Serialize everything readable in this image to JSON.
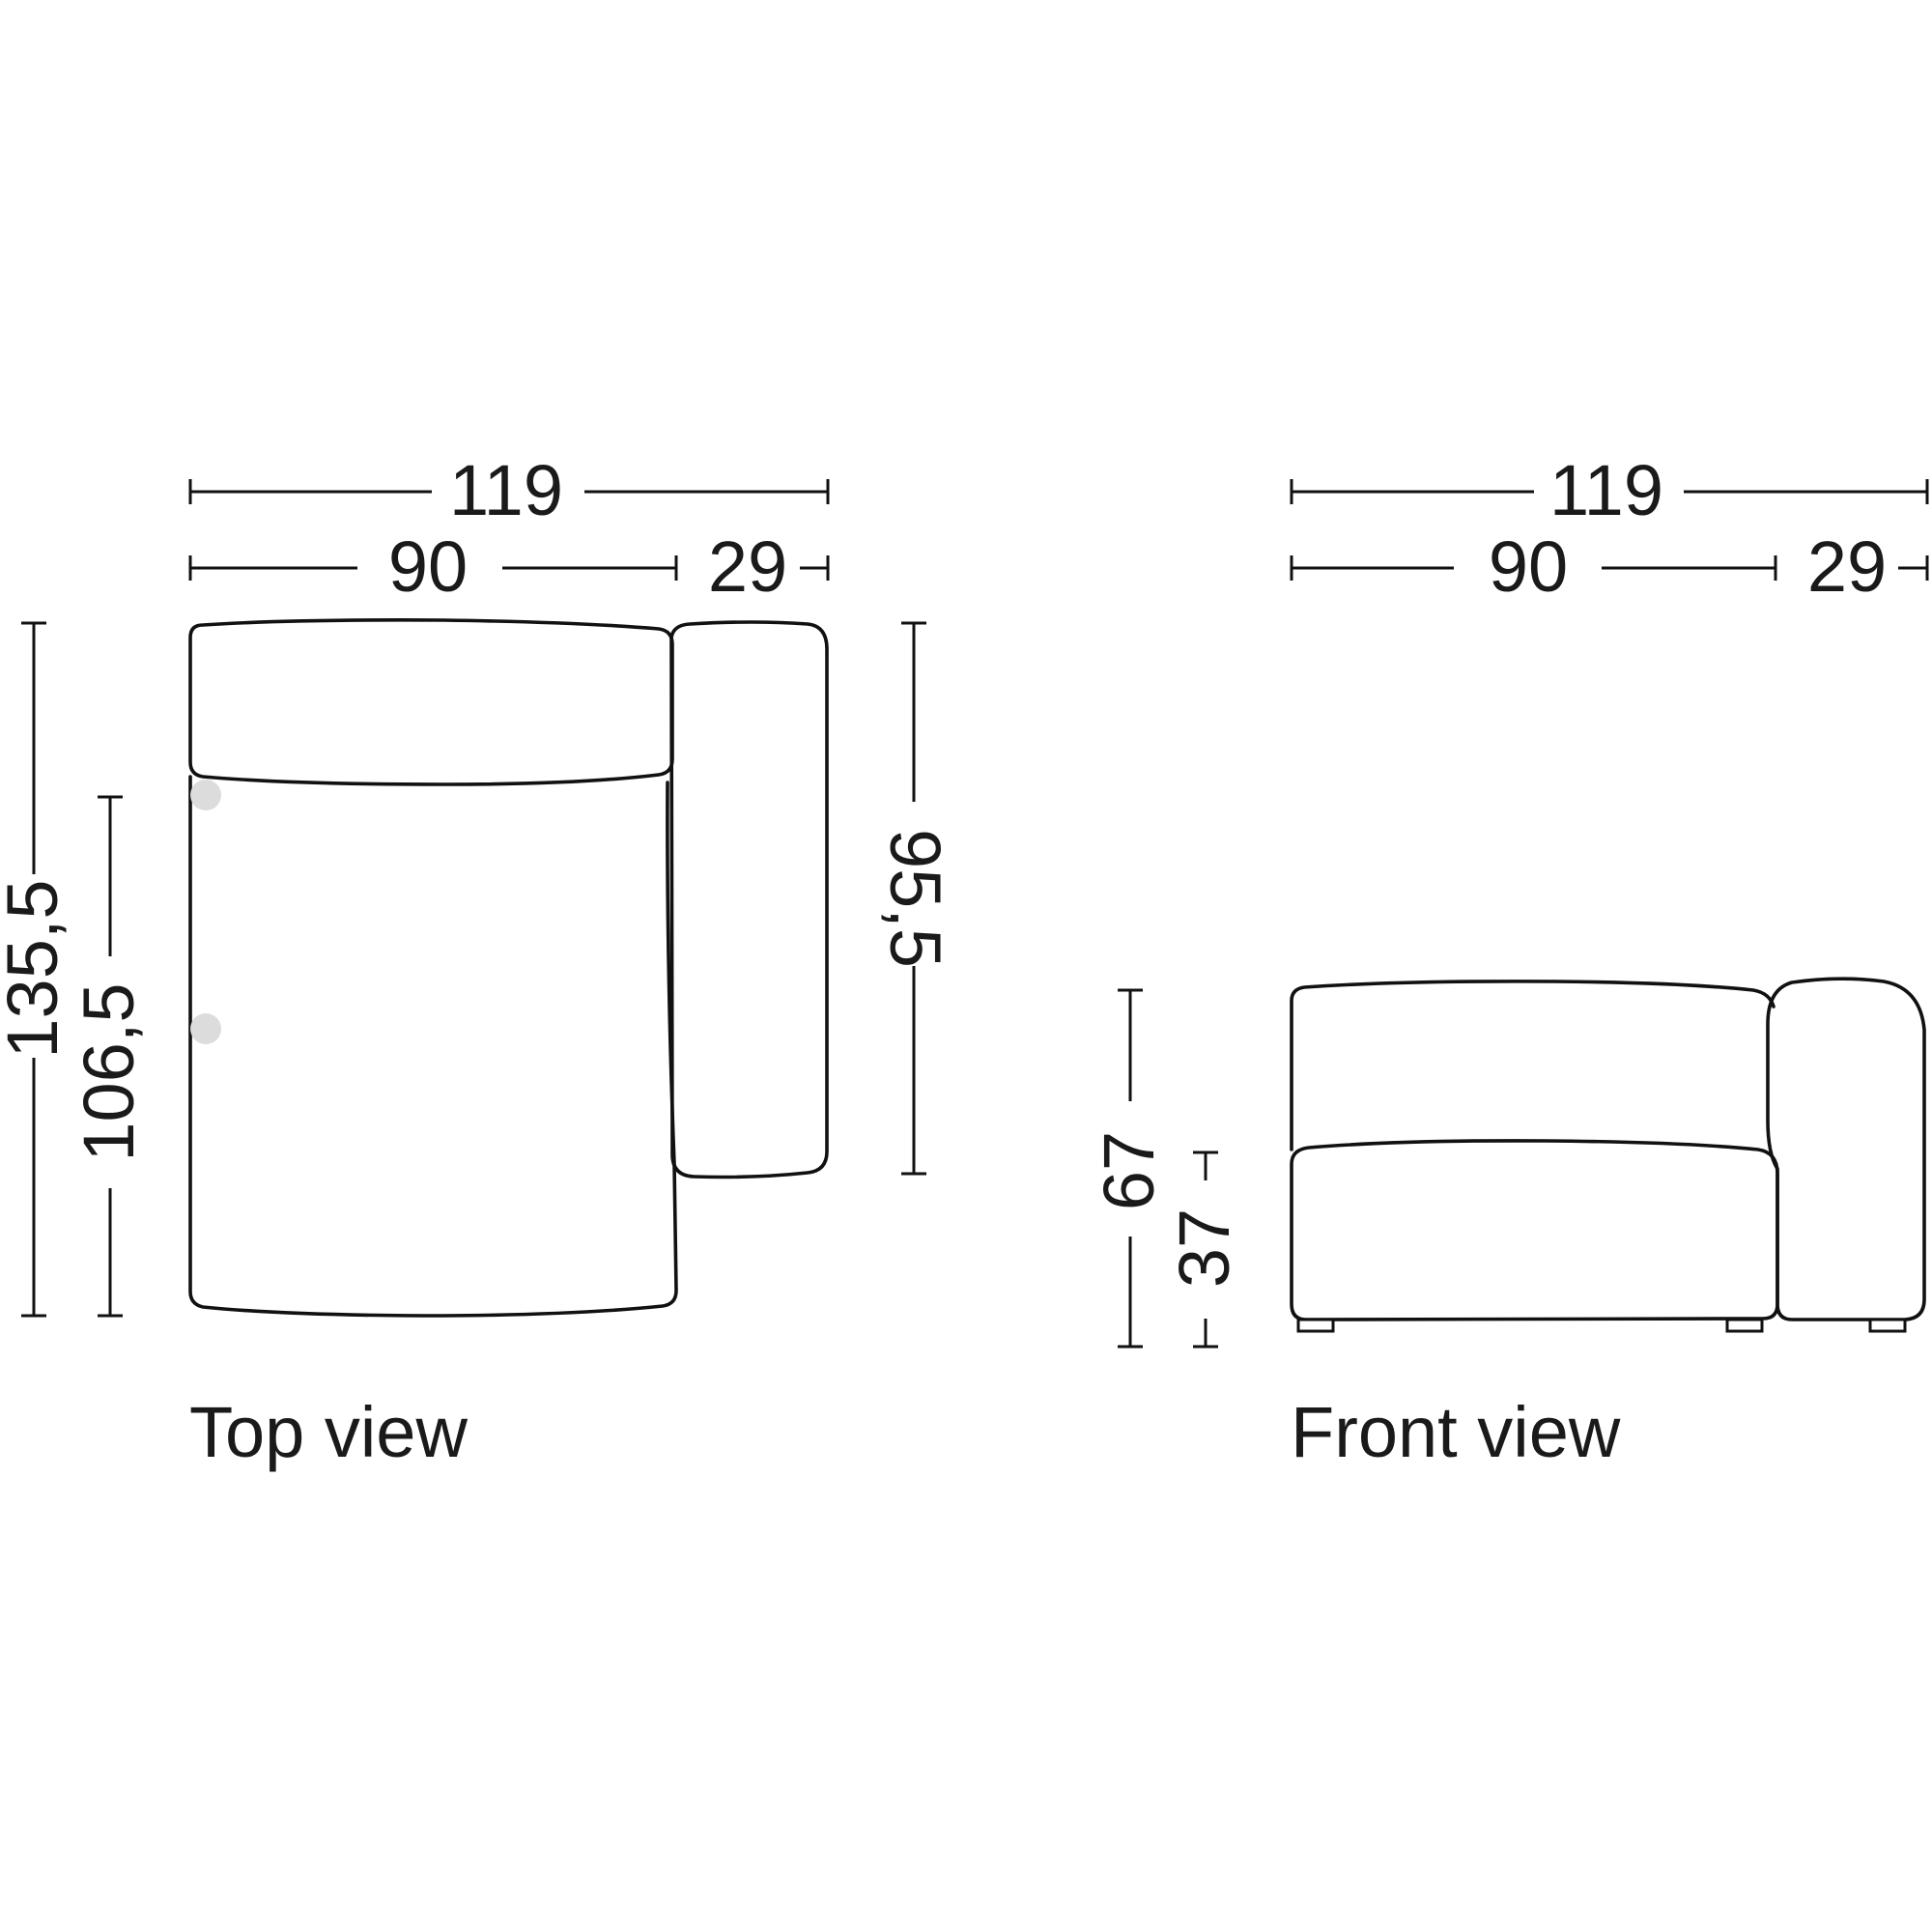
{
  "top_view": {
    "caption": "Top view",
    "dimensions": {
      "total_width": "119",
      "seat_width": "90",
      "arm_width": "29",
      "total_depth": "135,5",
      "seat_depth": "106,5",
      "arm_depth": "95,5"
    }
  },
  "front_view": {
    "caption": "Front view",
    "dimensions": {
      "total_width": "119",
      "seat_width": "90",
      "arm_width": "29",
      "total_height": "67",
      "seat_height": "37"
    }
  },
  "colors": {
    "line": "#111111",
    "text": "#1a1a1a",
    "marker": "#dcdcdc",
    "background": "#ffffff"
  }
}
